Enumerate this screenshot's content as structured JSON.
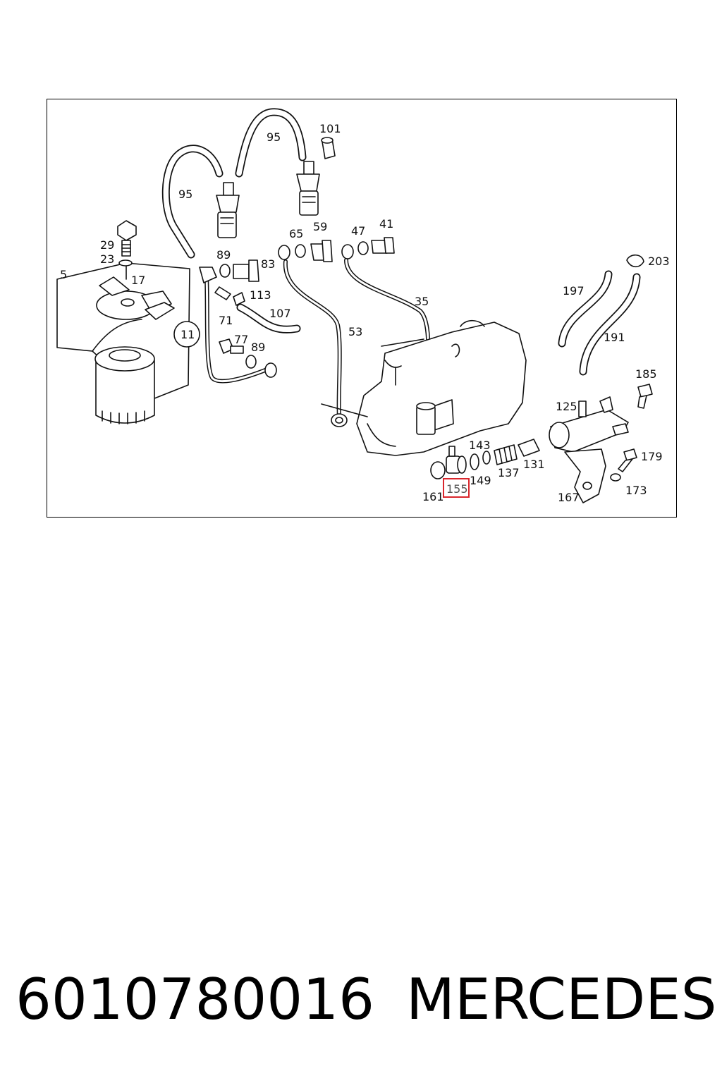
{
  "diagram": {
    "callouts": {
      "c5": "5",
      "c11": "11",
      "c17": "17",
      "c23": "23",
      "c29": "29",
      "c35": "35",
      "c41": "41",
      "c47": "47",
      "c53": "53",
      "c59": "59",
      "c65": "65",
      "c71": "71",
      "c77": "77",
      "c83": "83",
      "c89a": "89",
      "c89b": "89",
      "c95a": "95",
      "c95b": "95",
      "c101": "101",
      "c107": "107",
      "c113": "113",
      "c125": "125",
      "c131": "131",
      "c137": "137",
      "c143": "143",
      "c149": "149",
      "c155": "155",
      "c161": "161",
      "c167": "167",
      "c173": "173",
      "c179": "179",
      "c185": "185",
      "c191": "191",
      "c197": "197",
      "c203": "203"
    },
    "highlighted_callout": "155",
    "highlight_color": "#d9262c"
  },
  "footer": {
    "part_number": "6010780016",
    "brand": "MERCEDES"
  }
}
